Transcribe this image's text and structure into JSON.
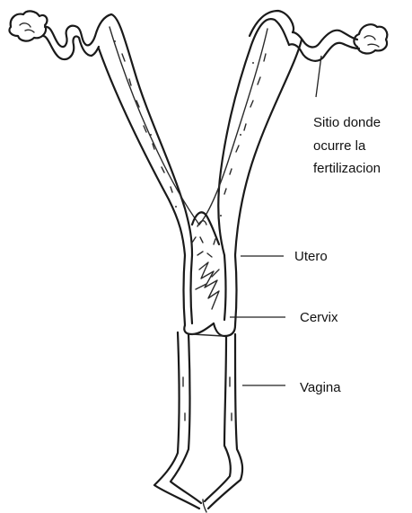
{
  "labels": {
    "fertilization_line1": "Sitio donde",
    "fertilization_line2": "ocurre la",
    "fertilization_line3": "fertilizacion",
    "utero": "Utero",
    "cervix": "Cervix",
    "vagina": "Vagina"
  }
}
